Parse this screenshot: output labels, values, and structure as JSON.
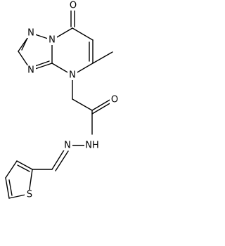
{
  "structure": {
    "atoms": {
      "oxygen_top": "O",
      "n1_fused": "N",
      "n2_triazole": "N",
      "n3_triazole": "N",
      "n4_pyrimidine": "N",
      "oxygen_amide": "O",
      "hydrazide_nh": "NH",
      "hydrazone_n": "N",
      "sulfur": "S"
    }
  },
  "colors": {
    "bond": "#000000",
    "label": "#000000",
    "background": "#ffffff"
  }
}
